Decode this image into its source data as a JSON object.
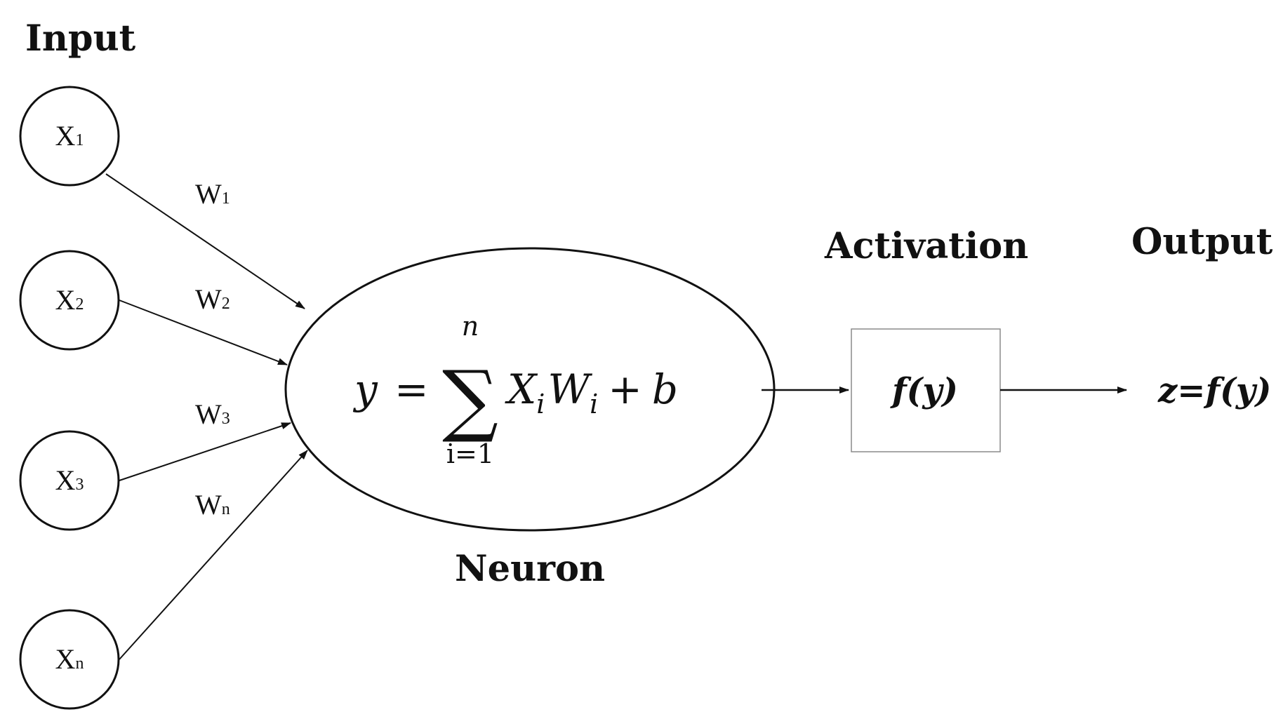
{
  "labels": {
    "input": "Input",
    "activation": "Activation",
    "output": "Output",
    "neuron": "Neuron"
  },
  "inputs": [
    {
      "base": "X",
      "sub": "1"
    },
    {
      "base": "X",
      "sub": "2"
    },
    {
      "base": "X",
      "sub": "3"
    },
    {
      "base": "X",
      "sub": "n"
    }
  ],
  "weights": [
    {
      "base": "W",
      "sub": "1"
    },
    {
      "base": "W",
      "sub": "2"
    },
    {
      "base": "W",
      "sub": "3"
    },
    {
      "base": "W",
      "sub": "n"
    }
  ],
  "formula": {
    "lhs": "y",
    "equals": "=",
    "sigma": "∑",
    "upper": "n",
    "lower": "i=1",
    "x": "X",
    "x_sub": "i",
    "w": "W",
    "w_sub": "i",
    "plus": "+",
    "bias": "b"
  },
  "activation_function": "f(y)",
  "output_expression": "z=f(y)",
  "colors": {
    "stroke": "#111111",
    "box_border": "#8a8a8a",
    "background": "#ffffff"
  }
}
